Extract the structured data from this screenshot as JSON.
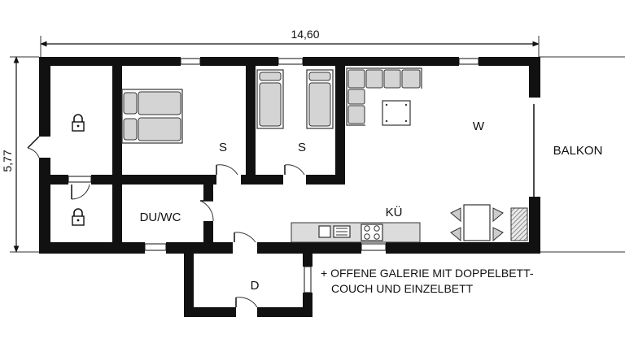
{
  "dimensions": {
    "width": "14,60",
    "height": "5,77"
  },
  "rooms": {
    "bedroom_1": "S",
    "bedroom_2": "S",
    "living": "W",
    "balcony": "BALKON",
    "kitchen": "KÜ",
    "bathroom": "DU/WC",
    "hallway": "D"
  },
  "note": {
    "line1": "+ OFFENE GALERIE MIT DOPPELBETT-",
    "line2": "COUCH UND EINZELBETT"
  },
  "icons": [
    "lock-icon",
    "lock-icon"
  ]
}
